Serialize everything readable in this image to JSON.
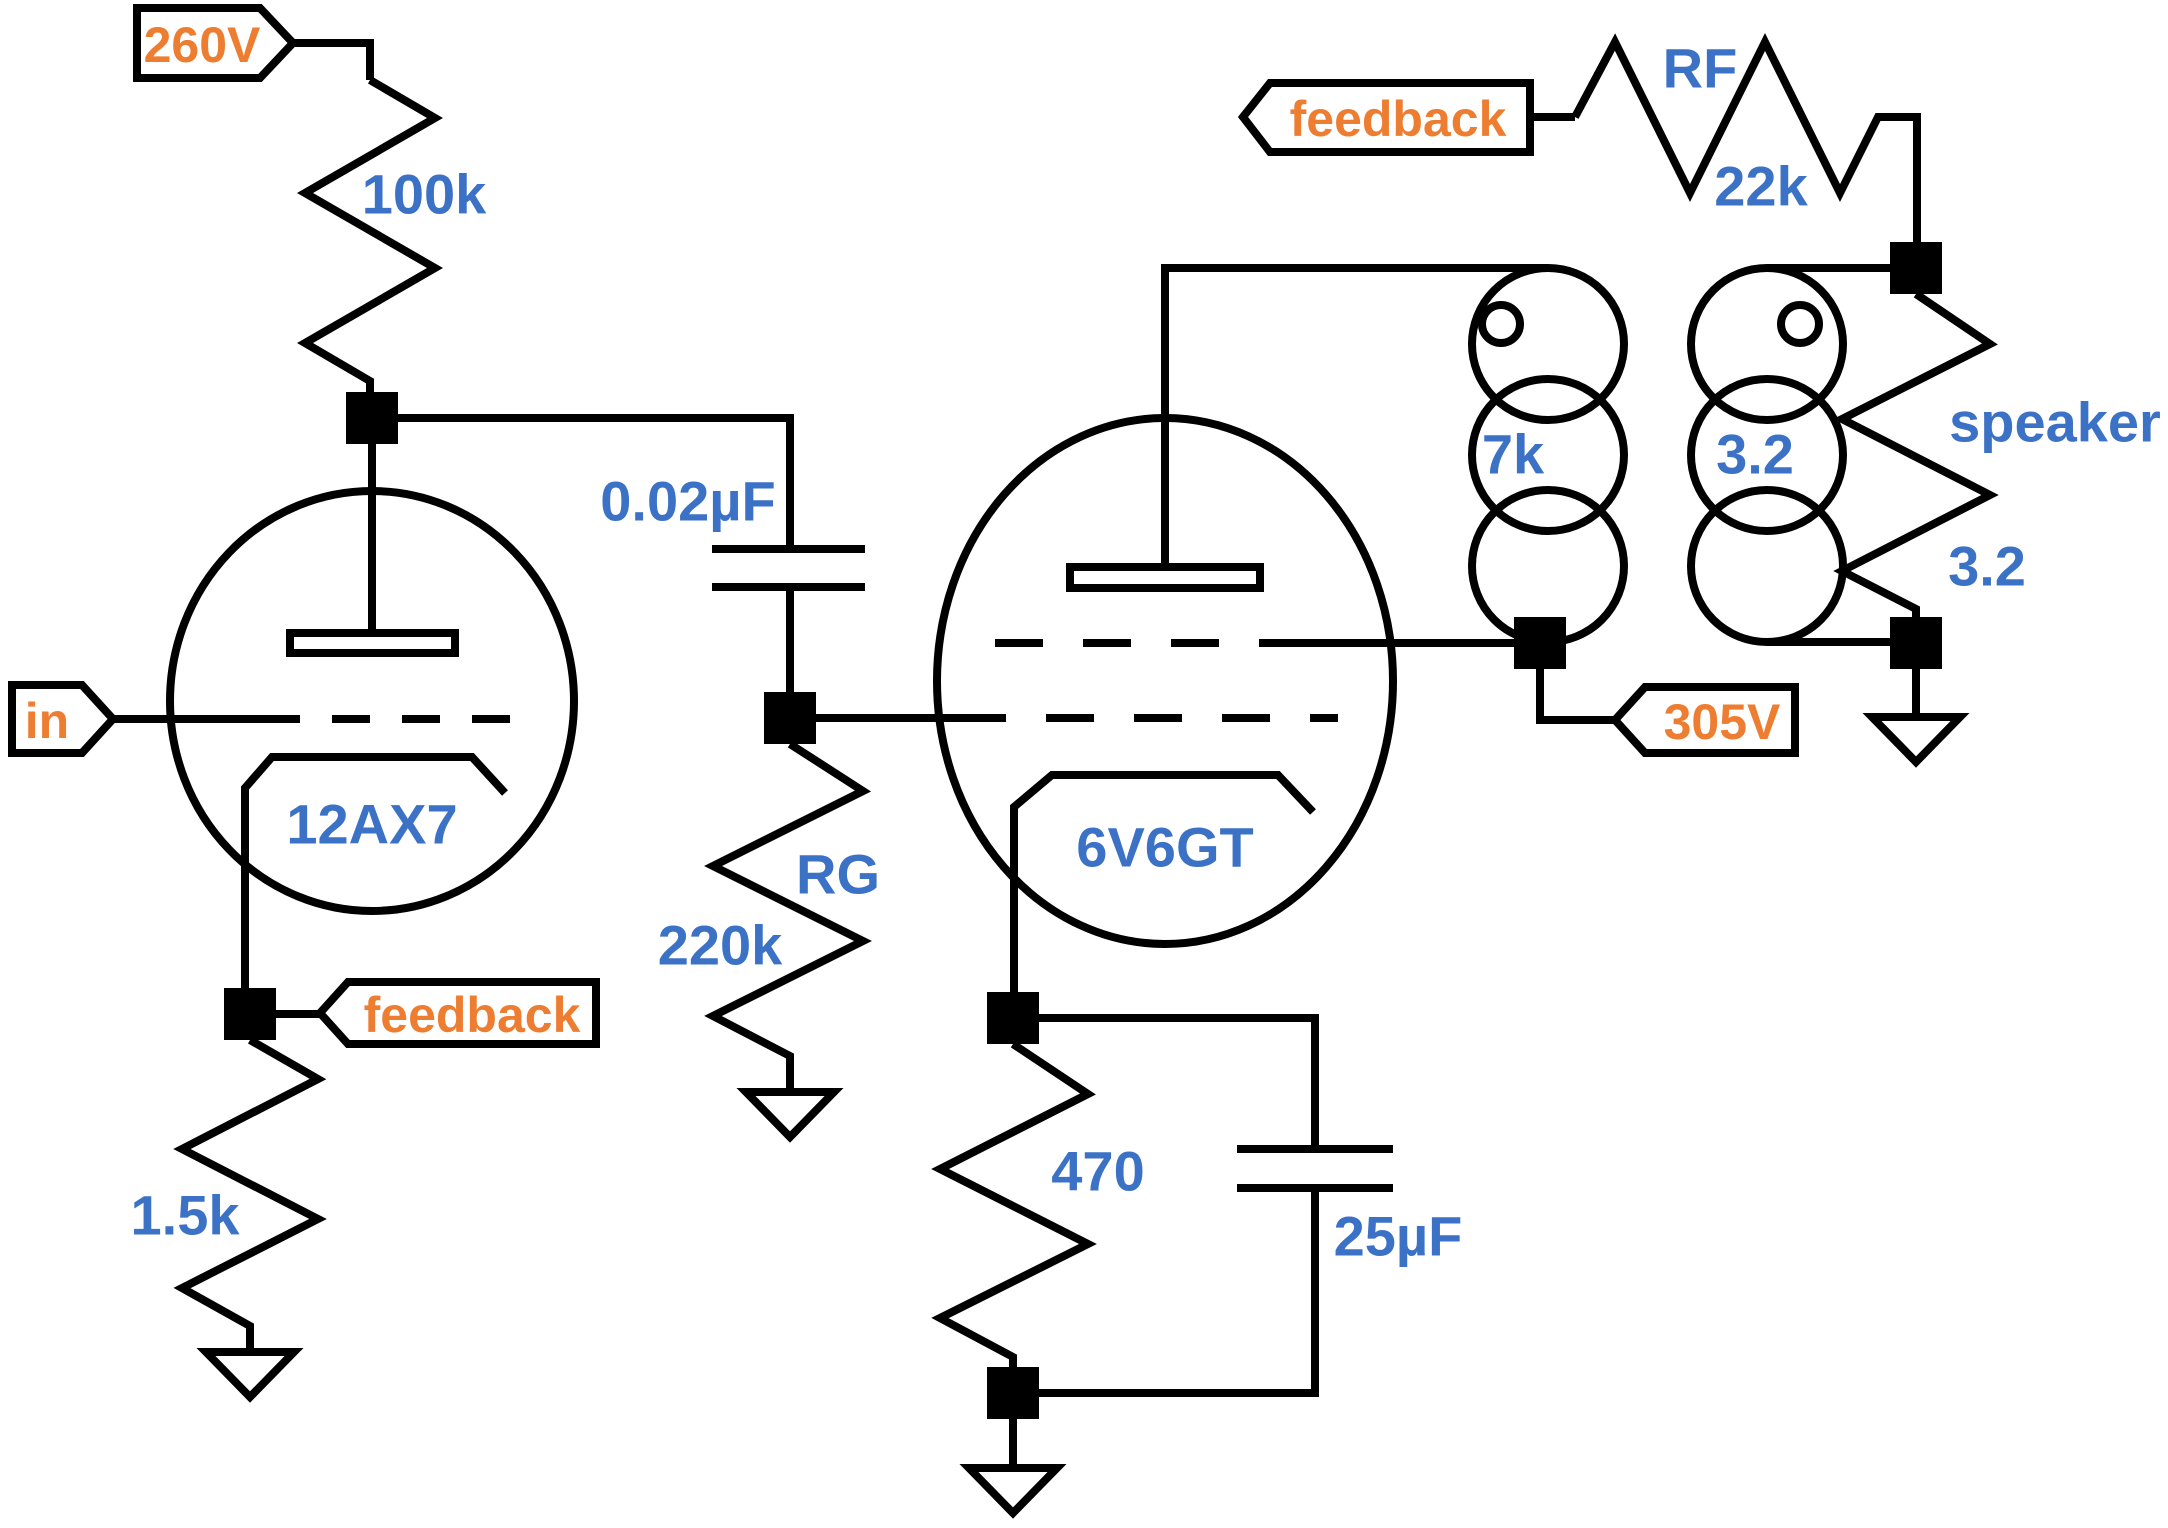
{
  "colors": {
    "label_blue": "#3B72C6",
    "tag_orange": "#ED7D31",
    "line_black": "#000000"
  },
  "tags": {
    "supply_b1": "260V",
    "input": "in",
    "feedback_left": "feedback",
    "feedback_right": "feedback",
    "supply_b2": "305V"
  },
  "labels": {
    "plate_resistor": "100k",
    "preamp_tube": "12AX7",
    "cathode_resistor_1": "1.5k",
    "coupling_cap": "0.02µF",
    "grid_resistor_name": "RG",
    "grid_resistor_value": "220k",
    "power_tube": "6V6GT",
    "cathode_resistor_2": "470",
    "bypass_cap": "25µF",
    "transformer_primary": "7k",
    "transformer_secondary": "3.2",
    "feedback_resistor_name": "RF",
    "feedback_resistor_value": "22k",
    "speaker_name": "speaker",
    "speaker_impedance": "3.2"
  }
}
